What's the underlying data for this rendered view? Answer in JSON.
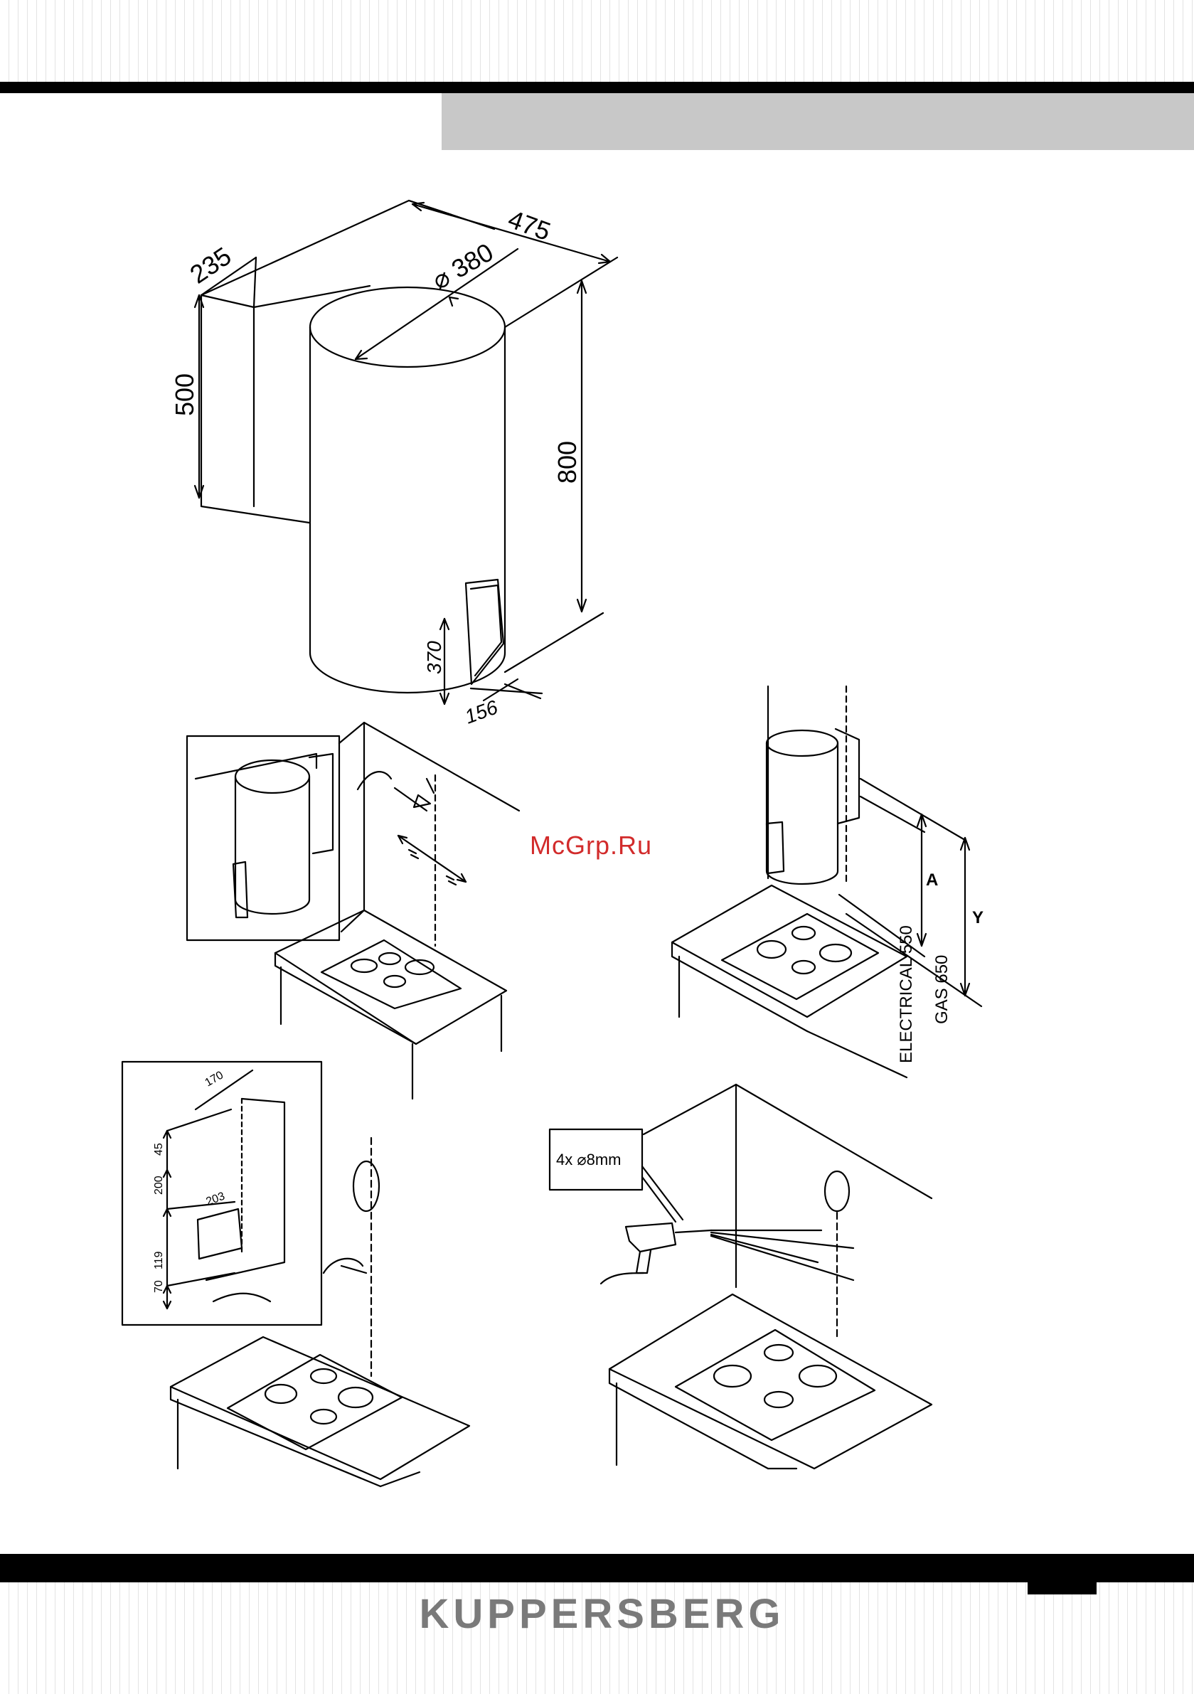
{
  "brand": {
    "name": "KUPPERSBERG"
  },
  "watermark": {
    "text": "McGrp.Ru"
  },
  "dimensions": {
    "depth": "235",
    "width": "475",
    "diameter": "⌀ 380",
    "wall_height": "500",
    "total_height": "800",
    "door_height": "370",
    "door_width": "156"
  },
  "installation": {
    "dim_a": "A",
    "dim_y": "Y",
    "electrical": "ELECTRICAL 550",
    "gas": "GAS 650"
  },
  "template": {
    "width": "170",
    "d45": "45",
    "d200": "200",
    "d203": "203",
    "d119": "119",
    "d70": "70"
  },
  "drilling": {
    "label": "4x ⌀8mm"
  },
  "colors": {
    "rule": "#000000",
    "band": "#c8c8c8",
    "brand": "#7a7a7a",
    "watermark": "#d22b2b"
  }
}
